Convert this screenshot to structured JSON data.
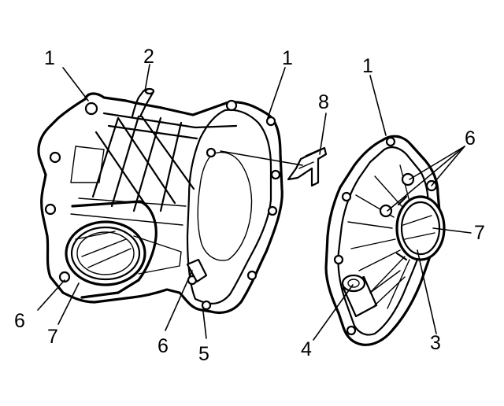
{
  "callouts": {
    "c1a": "1",
    "c2": "2",
    "c1b": "1",
    "c8": "8",
    "c1c": "1",
    "c6a": "6",
    "c7a": "7",
    "c6b": "6",
    "c7b": "7",
    "c6c": "6",
    "c5": "5",
    "c4": "4",
    "c3": "3"
  }
}
